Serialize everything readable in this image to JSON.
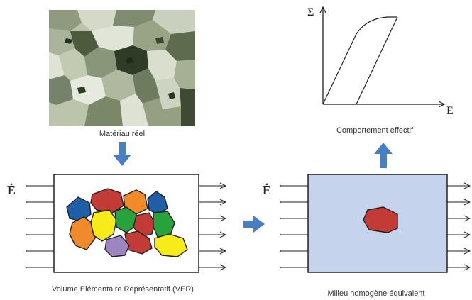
{
  "real_material": {
    "caption": "Matériau réel"
  },
  "behavior": {
    "caption": "Comportement effectif",
    "y_symbol": "Σ",
    "x_symbol": "E"
  },
  "ver": {
    "caption": "Volume Elémentaire Représentatif (VER)",
    "strain_rate_symbol": "Ė",
    "grain_colors": [
      "#1f5fa8",
      "#c23b37",
      "#f08a2b",
      "#27a23c",
      "#f7ec1a",
      "#9d86c0"
    ]
  },
  "homogeneous": {
    "caption": "Milieu homogène équivalent",
    "strain_rate_symbol": "Ė",
    "fill_color": "#c5d3ec",
    "inclusion_color": "#c23b37"
  },
  "arrow_color": "#4a7ec4"
}
